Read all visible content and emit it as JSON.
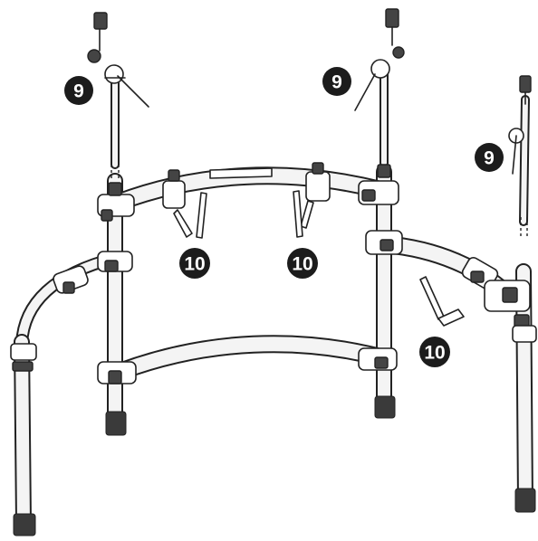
{
  "diagram": {
    "callouts": [
      {
        "id": "callout-9-left",
        "number": "9"
      },
      {
        "id": "callout-9-center",
        "number": "9"
      },
      {
        "id": "callout-9-right",
        "number": "9"
      },
      {
        "id": "callout-10-left",
        "number": "10"
      },
      {
        "id": "callout-10-center",
        "number": "10"
      },
      {
        "id": "callout-10-right",
        "number": "10"
      }
    ]
  },
  "colors": {
    "ink": "#222222",
    "callout_fill": "#1c1c1c",
    "callout_text": "#ffffff",
    "tube_fill": "#f4f4f4",
    "background": "#ffffff"
  }
}
